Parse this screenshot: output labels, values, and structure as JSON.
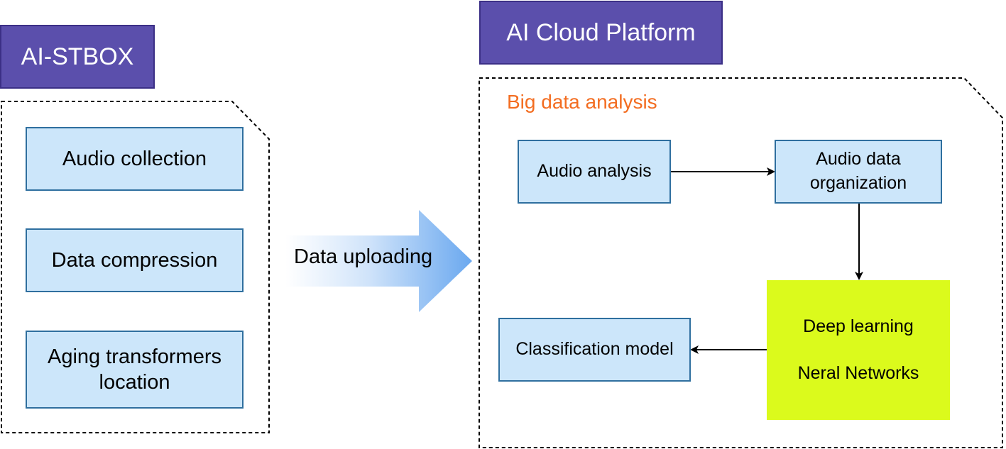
{
  "left_panel": {
    "title": "AI-STBOX",
    "nodes": [
      {
        "label": "Audio collection"
      },
      {
        "label": "Data compression"
      },
      {
        "label": "Aging transformers location"
      }
    ]
  },
  "transfer": {
    "label": "Data uploading"
  },
  "right_panel": {
    "title": "AI Cloud Platform",
    "section_label": "Big data analysis",
    "nodes": {
      "audio_analysis": "Audio analysis",
      "audio_data_organization": "Audio data organization",
      "deep_learning": "Deep learning",
      "neural_networks": "Neral Networks",
      "classification_model": "Classification model"
    }
  },
  "colors": {
    "title_fill": "#5b4fac",
    "node_fill": "#cce6fa",
    "node_border": "#2f6f9f",
    "highlight_fill": "#dbfa1c",
    "section_label": "#f36d21",
    "upload_arrow": "#6aa8ef"
  }
}
